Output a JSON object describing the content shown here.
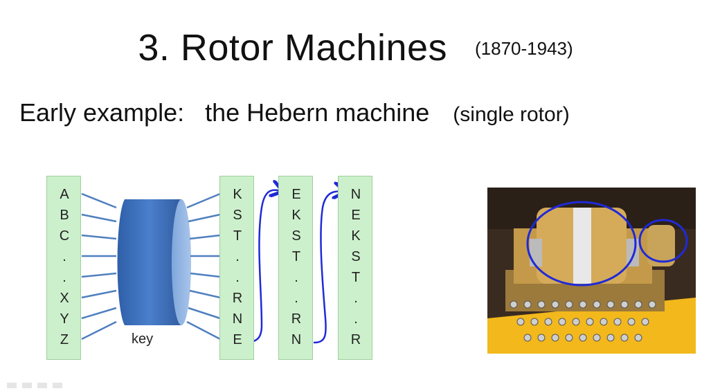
{
  "slide": {
    "title": "3. Rotor Machines",
    "title_years": "(1870-1943)",
    "subtitle": "Early example:   the Hebern machine",
    "subtitle_note": "(single rotor)"
  },
  "diagram": {
    "input_column": [
      "A",
      "B",
      "C",
      ".",
      ".",
      "X",
      "Y",
      "Z"
    ],
    "key_label": "key",
    "rotor_state_1": [
      "K",
      "S",
      "T",
      ".",
      ".",
      "R",
      "N",
      "E"
    ],
    "rotor_state_2": [
      "E",
      "K",
      "S",
      "T",
      ".",
      ".",
      "R",
      "N"
    ],
    "rotor_state_3": [
      "N",
      "E",
      "K",
      "S",
      "T",
      ".",
      ".",
      "R"
    ]
  },
  "photo": {
    "subject": "hebern-machine-photo"
  },
  "colors": {
    "column_fill": "#ccf0cc",
    "cylinder": "#3d6fb6",
    "annotation_ink": "#1f2ad8"
  }
}
